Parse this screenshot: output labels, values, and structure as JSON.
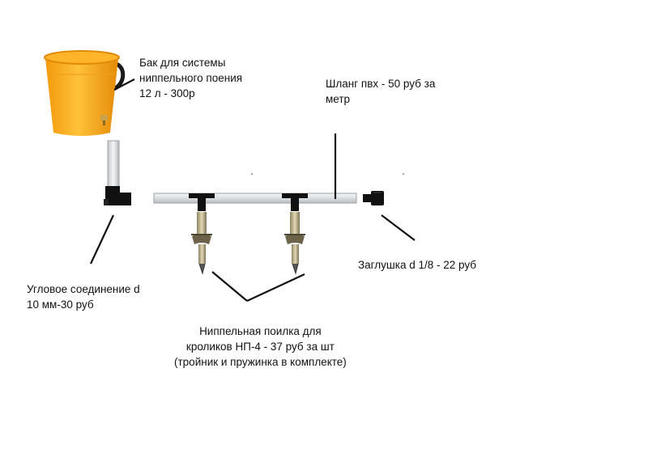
{
  "labels": {
    "tank": "Бак для системы\nниппельного поения\n12 л - 300р",
    "hose": "Шланг пвх - 50 руб за\nметр",
    "elbow": "Угловое соединение d\n10 мм-30 руб",
    "cap": "Заглушка d 1/8 - 22 руб",
    "nipple": "Ниппельная поилка для\nкроликов НП-4 - 37 руб за шт\n(тройник и пружинка в комплекте)"
  },
  "colors": {
    "bucket": "#f7a516",
    "bucket_dark": "#e08a06",
    "handle": "#1a1a1a",
    "pipe": "#e4e7ea",
    "pipe_edge": "#9aa0a6",
    "fitting": "#111111",
    "brass": "#b8a77a",
    "line": "#111111"
  },
  "icons": [
    "bucket-icon",
    "elbow-fitting-icon",
    "end-cap-icon",
    "nipple-drinker-icon",
    "tee-fitting-icon"
  ]
}
